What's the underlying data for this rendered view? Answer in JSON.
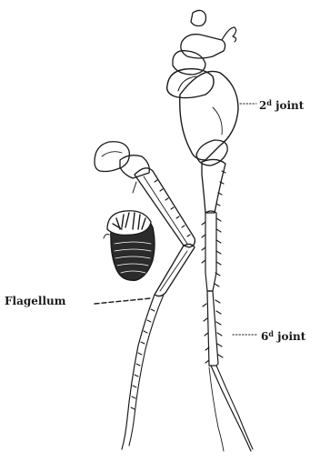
{
  "labels": {
    "joint2_num": "2",
    "joint2_sup": "d",
    "joint2_word": "joint",
    "flagellum": "Flagellum",
    "joint6_num": "6",
    "joint6_sup": "d",
    "joint6_word": "joint"
  },
  "colors": {
    "ink": "#1a1a1a",
    "paper": "#ffffff"
  }
}
